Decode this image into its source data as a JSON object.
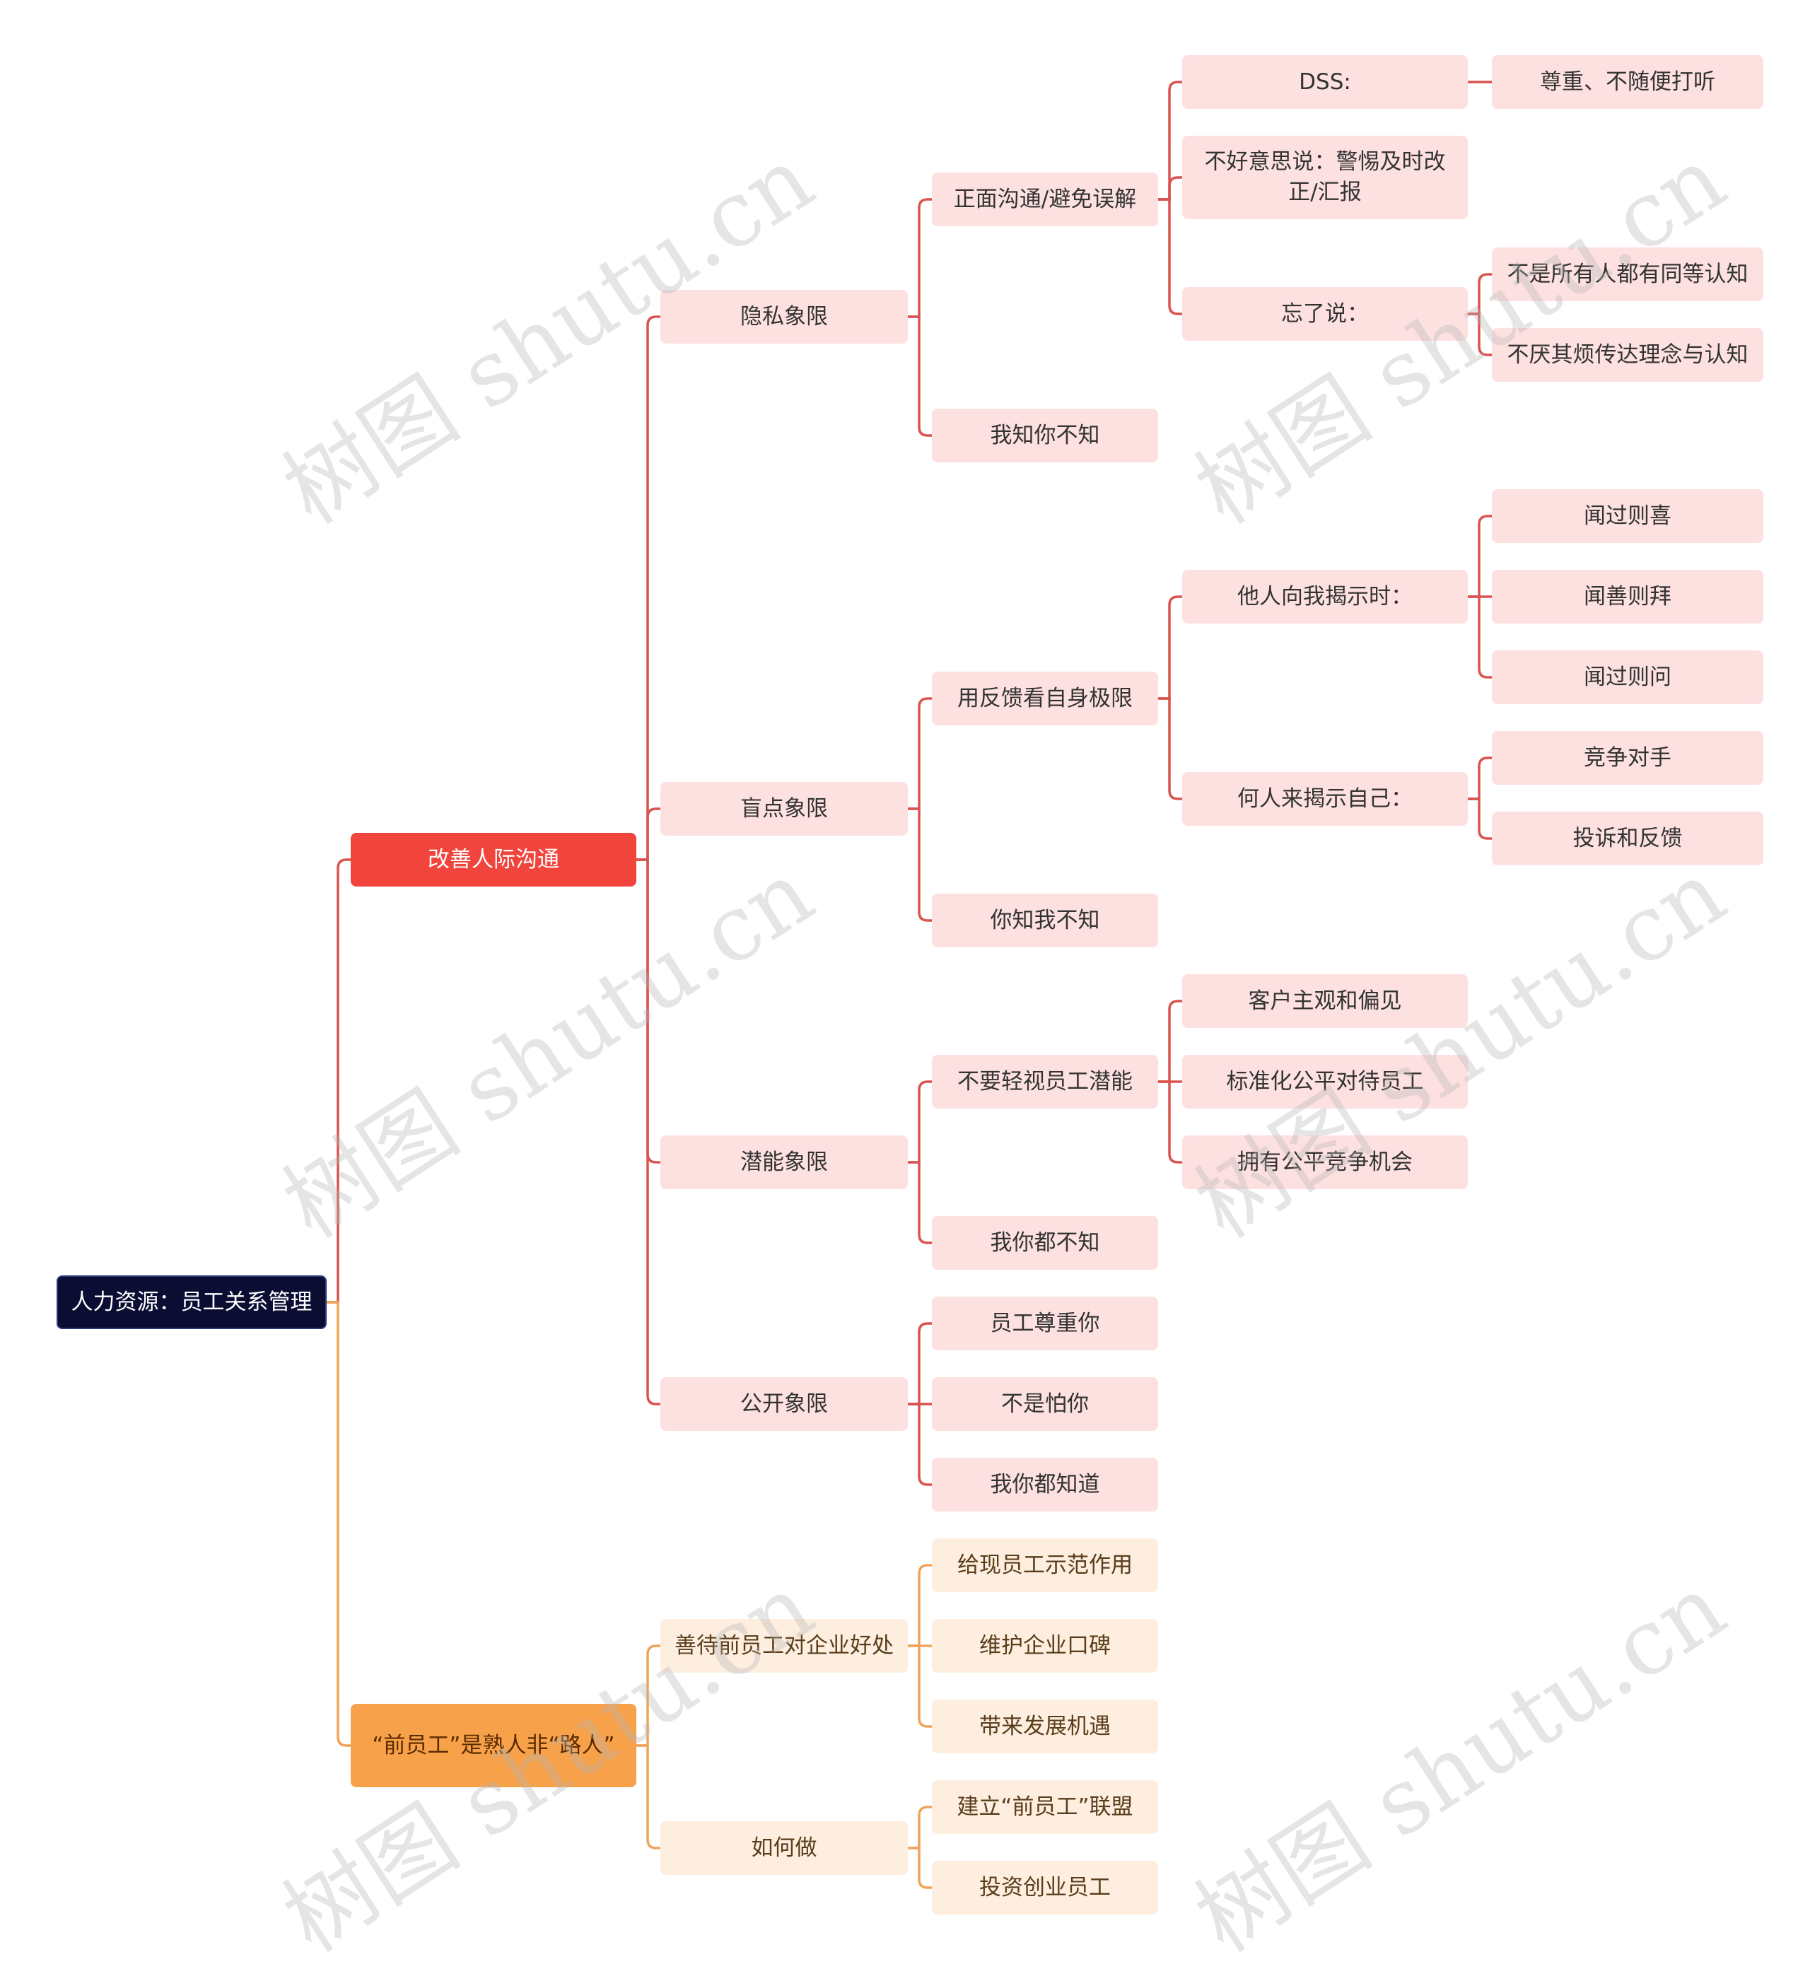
{
  "root": "人力资源：员工关系管理",
  "branch1": {
    "label": "改善人际沟通",
    "privacy": {
      "label": "隐私象限",
      "positive": {
        "label": "正面沟通/避免误解",
        "dss": {
          "label": "DSS:",
          "child": "尊重、不随便打听"
        },
        "shy": "不好意思说：警惕及时改正/汇报",
        "forgot": {
          "label": "忘了说：",
          "children": [
            "不是所有人都有同等认知",
            "不厌其烦传达理念与认知"
          ]
        }
      },
      "know": "我知你不知"
    },
    "blind": {
      "label": "盲点象限",
      "feedback": {
        "label": "用反馈看自身极限",
        "others": {
          "label": "他人向我揭示时：",
          "children": [
            "闻过则喜",
            "闻善则拜",
            "闻过则问"
          ]
        },
        "who": {
          "label": "何人来揭示自己：",
          "children": [
            "竞争对手",
            "投诉和反馈"
          ]
        }
      },
      "youknow": "你知我不知"
    },
    "potential": {
      "label": "潜能象限",
      "dont": {
        "label": "不要轻视员工潜能",
        "children": [
          "客户主观和偏见",
          "标准化公平对待员工",
          "拥有公平竞争机会"
        ]
      },
      "neither": "我你都不知"
    },
    "open": {
      "label": "公开象限",
      "children": [
        "员工尊重你",
        "不是怕你",
        "我你都知道"
      ]
    }
  },
  "branch2": {
    "label": "“前员工”是熟人非“路人”",
    "benefit": {
      "label": "善待前员工对企业好处",
      "children": [
        "给现员工示范作用",
        "维护企业口碑",
        "带来发展机遇"
      ]
    },
    "how": {
      "label": "如何做",
      "children": [
        "建立“前员工”联盟",
        "投资创业员工"
      ]
    }
  },
  "watermark": "树图 shutu.cn",
  "colors": {
    "red_line": "#d9534f",
    "orange_line": "#f0a35a",
    "root_bg": "#0b0d33",
    "red_bg": "#f0443d",
    "orange_bg": "#f7a14a",
    "pink_bg": "#fde0e0",
    "cream_bg": "#fdeee0"
  }
}
